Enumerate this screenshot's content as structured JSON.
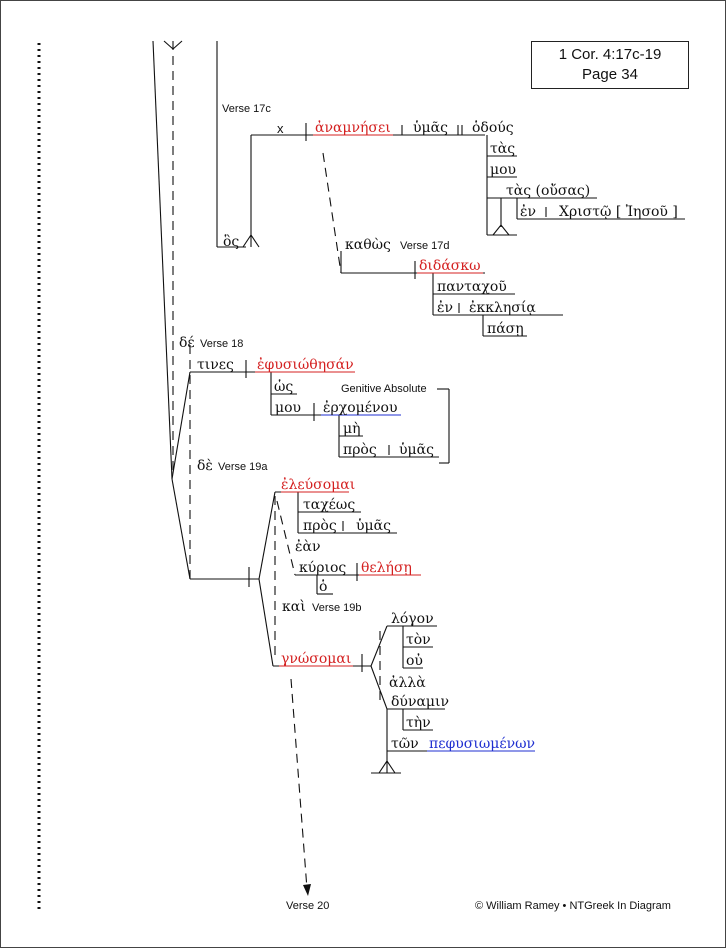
{
  "reference": {
    "passage": "1 Cor. 4:17c-19",
    "page": "Page 34"
  },
  "labels": {
    "v17c": "Verse 17c",
    "v17d": "Verse 17d",
    "v18": "Verse 18",
    "v19a": "Verse 19a",
    "v19b": "Verse 19b",
    "v20": "Verse 20",
    "gen_abs": "Genitive Absolute"
  },
  "words": {
    "x": "x",
    "anamnesei": "ἀναμνήσει",
    "humas1": "ὑμᾶς",
    "hodous": "ὁδούς",
    "tas1": "τὰς",
    "mou1": "μου",
    "tas_ousas": "τὰς (οὔσας)",
    "en1": "ἐν",
    "christo_iesou": "Χριστῷ [ Ἰησοῦ ]",
    "hos": "ὃς",
    "kathos": "καθὼς",
    "didasko": "διδάσκω",
    "pantachou": "πανταχοῦ",
    "en2": "ἐν",
    "ekklesia": "ἐκκλησίᾳ",
    "pase": "πάσῃ",
    "de1": "δέ",
    "tines": "τινες",
    "ephusiothesan": "ἐφυσιώθησάν",
    "hos2": "ὡς",
    "mou2": "μου",
    "erchomenou": "ἐρχομένου",
    "me": "μὴ",
    "pros1": "πρὸς",
    "humas2": "ὑμᾶς",
    "de2": "δὲ",
    "eleusomai": "ἐλεύσομαι",
    "tacheos": "ταχέως",
    "pros2": "πρὸς",
    "humas3": "ὑμᾶς",
    "ean": "ἐὰν",
    "kurios": "κύριος",
    "thelese": "θελήσῃ",
    "ho": "ὁ",
    "kai": "καὶ",
    "gnosomai": "γνώσομαι",
    "logon": "λόγον",
    "ton1": "τὸν",
    "ou": "οὐ",
    "alla": "ἀλλὰ",
    "dunamin": "δύναμιν",
    "ten": "τὴν",
    "ton2": "τῶν",
    "pephusiomenon": "πεφυσιωμένων"
  },
  "copyright": "© William Ramey • NTGreek In Diagram",
  "colors": {
    "verb": "#d42020",
    "participle": "#1f2fd0",
    "text": "#111111"
  }
}
